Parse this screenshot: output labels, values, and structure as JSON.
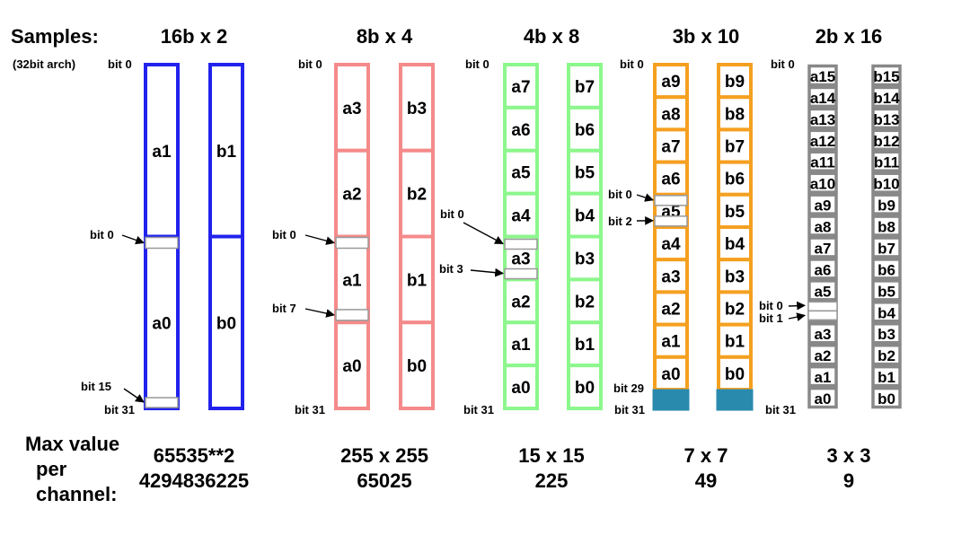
{
  "labels": {
    "samples": "Samples:",
    "arch": "(32bit arch)",
    "max_line1": "Max value",
    "max_line2": "per",
    "max_line3": "channel:"
  },
  "groups": [
    {
      "title": "16b x 2",
      "color": "#2222ee",
      "a_cells": [
        "a1",
        "a0"
      ],
      "b_cells": [
        "b1",
        "b0"
      ],
      "top_label": "bit 0",
      "bottom_label": "bit 31",
      "callouts": [
        "bit 0",
        "bit 15"
      ],
      "max_line1": "65535**2",
      "max_line2": "4294836225"
    },
    {
      "title": "8b x 4",
      "color": "#f58a8a",
      "a_cells": [
        "a3",
        "a2",
        "a1",
        "a0"
      ],
      "b_cells": [
        "b3",
        "b2",
        "b1",
        "b0"
      ],
      "top_label": "bit 0",
      "bottom_label": "bit 31",
      "callouts": [
        "bit 0",
        "bit 7"
      ],
      "max_line1": "255 x 255",
      "max_line2": "65025"
    },
    {
      "title": "4b x 8",
      "color": "#8cf78c",
      "a_cells": [
        "a7",
        "a6",
        "a5",
        "a4",
        "a3",
        "a2",
        "a1",
        "a0"
      ],
      "b_cells": [
        "b7",
        "b6",
        "b5",
        "b4",
        "b3",
        "b2",
        "b1",
        "b0"
      ],
      "top_label": "bit 0",
      "bottom_label": "bit 31",
      "callouts": [
        "bit 0",
        "bit 3"
      ],
      "max_line1": "15 x 15",
      "max_line2": "225"
    },
    {
      "title": "3b x 10",
      "color": "#f5a020",
      "unused_color": "#2a8aae",
      "a_cells": [
        "a9",
        "a8",
        "a7",
        "a6",
        "a5",
        "a4",
        "a3",
        "a2",
        "a1",
        "a0"
      ],
      "b_cells": [
        "b9",
        "b8",
        "b7",
        "b6",
        "b5",
        "b4",
        "b3",
        "b2",
        "b1",
        "b0"
      ],
      "top_label": "bit 0",
      "bit29_label": "bit 29",
      "bottom_label": "bit 31",
      "callouts": [
        "bit 0",
        "bit 2"
      ],
      "max_line1": "7 x 7",
      "max_line2": "49"
    },
    {
      "title": "2b x 16",
      "color": "#888888",
      "a_cells": [
        "a15",
        "a14",
        "a13",
        "a12",
        "a11",
        "a10",
        "a9",
        "a8",
        "a7",
        "a6",
        "a5",
        "a4",
        "a3",
        "a2",
        "a1",
        "a0"
      ],
      "b_cells": [
        "b15",
        "b14",
        "b13",
        "b12",
        "b11",
        "b10",
        "b9",
        "b8",
        "b7",
        "b6",
        "b5",
        "b4",
        "b3",
        "b2",
        "b1",
        "b0"
      ],
      "top_label": "bit 0",
      "bottom_label": "bit 31",
      "callouts": [
        "bit 0",
        "bit 1"
      ],
      "max_line1": "3 x 3",
      "max_line2": "9"
    }
  ]
}
